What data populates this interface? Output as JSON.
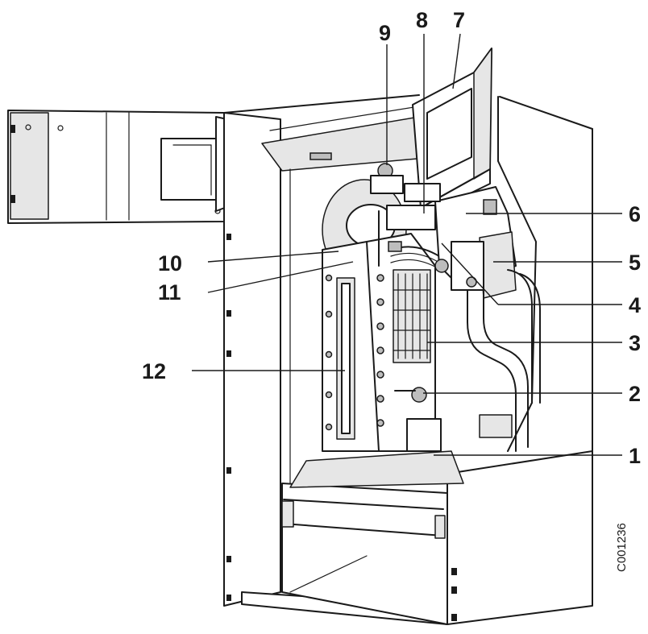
{
  "callouts": [
    {
      "id": "1",
      "label": "1"
    },
    {
      "id": "2",
      "label": "2"
    },
    {
      "id": "3",
      "label": "3"
    },
    {
      "id": "4",
      "label": "4"
    },
    {
      "id": "5",
      "label": "5"
    },
    {
      "id": "6",
      "label": "6"
    },
    {
      "id": "7",
      "label": "7"
    },
    {
      "id": "8",
      "label": "8"
    },
    {
      "id": "9",
      "label": "9"
    },
    {
      "id": "10",
      "label": "10"
    },
    {
      "id": "11",
      "label": "11"
    },
    {
      "id": "12",
      "label": "12"
    }
  ],
  "drawing_code": "C001236"
}
